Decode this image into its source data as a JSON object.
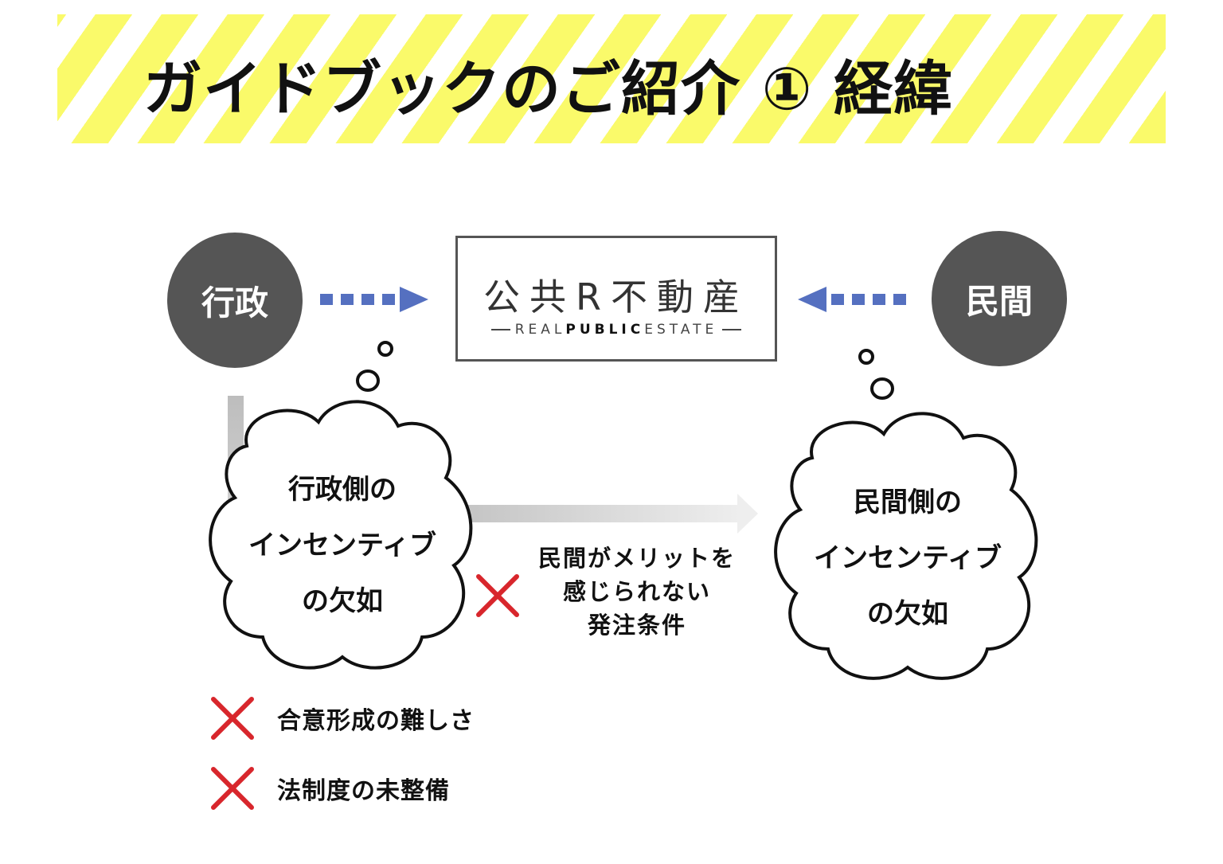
{
  "title": "ガイドブックのご紹介 ① 経緯",
  "colors": {
    "banner_stripe": "#fafa6a",
    "actor_fill": "#555555",
    "arrow_blue": "#5570c0",
    "cross_red": "#d8262c",
    "flow_gray": "#dddddd"
  },
  "actors": {
    "government": "行政",
    "private": "民間"
  },
  "logo": {
    "main": "公共R不動産",
    "sub_pre": "REAL",
    "sub_bold": "PUBLIC",
    "sub_post": "ESTATE"
  },
  "clouds": {
    "government": [
      "行政側の",
      "インセンティブ",
      "の欠如"
    ],
    "private": [
      "民間側の",
      "インセンティブ",
      "の欠如"
    ]
  },
  "middle_issue": [
    "民間がメリットを",
    "感じられない",
    "発注条件"
  ],
  "issues": [
    "合意形成の難しさ",
    "法制度の未整備"
  ],
  "icons": [
    "dotted-arrow-right-icon",
    "dotted-arrow-left-icon",
    "thought-bubble-icon",
    "cross-mark-icon",
    "flow-arrow-icon"
  ]
}
